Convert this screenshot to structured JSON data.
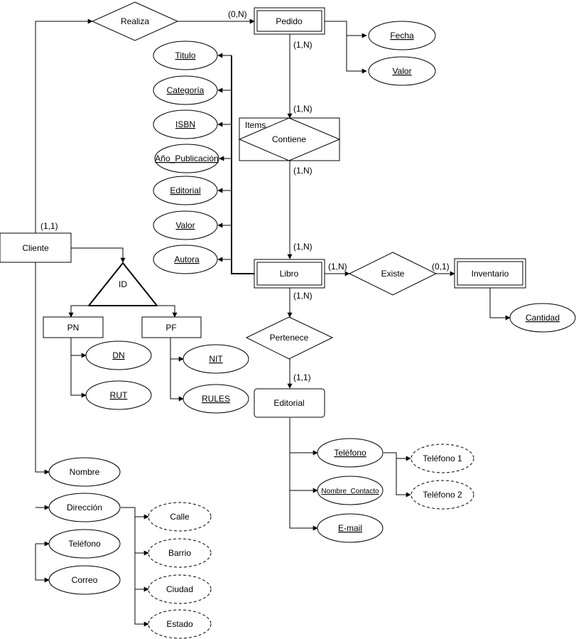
{
  "entities": {
    "pedido": "Pedido",
    "cliente": "Cliente",
    "libro": "Libro",
    "inventario": "Inventario",
    "editorial": "Editorial",
    "pn": "PN",
    "pf": "PF"
  },
  "relationships": {
    "realiza": "Realiza",
    "contiene": "Contiene",
    "contiene_label": "Items",
    "existe": "Existe",
    "pertenece": "Pertenece",
    "id": "ID"
  },
  "attributes": {
    "fecha": "Fecha",
    "valor_pedido": "Valor",
    "titulo": "Titulo",
    "categoria": "Categoría",
    "isbn": "ISBN",
    "anio_publicacion": "Año_Publicación",
    "editorial_attr": "Editorial",
    "valor_libro": "Valor",
    "autora": "Autora",
    "cantidad": "Cantidad",
    "dn": "DN",
    "rut": "RUT",
    "nit": "NIT",
    "rules": "RULES",
    "nombre": "Nombre",
    "direccion": "Dirección",
    "telefono_cliente": "Teléfono",
    "correo": "Correo",
    "calle": "Calle",
    "barrio": "Barrio",
    "ciudad": "Ciudad",
    "estado": "Estado",
    "telefono_editorial": "Teléfono",
    "telefono1": "Teléfono 1",
    "telefono2": "Teléfono 2",
    "nombre_contacto": "Nombre_Contacto",
    "email": "E-mail"
  },
  "cardinalities": {
    "realiza_pedido": "(0,N)",
    "pedido_contiene": "(1,N)",
    "contiene_top": "(1,N)",
    "contiene_bottom": "(1,N)",
    "libro_contiene": "(1,N)",
    "cliente_top": "(1,1)",
    "libro_existe": "(1,N)",
    "existe_inventario": "(0,1)",
    "libro_pertenece": "(1,N)",
    "pertenece_editorial": "(1,1)"
  }
}
